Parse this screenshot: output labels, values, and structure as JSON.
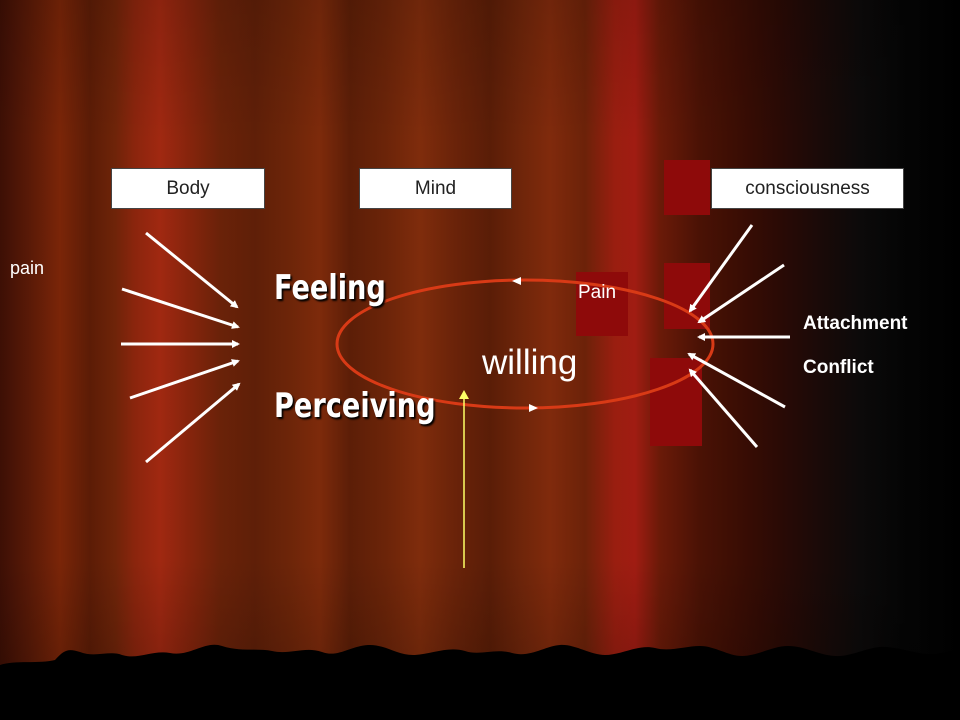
{
  "boxes": {
    "body": "Body",
    "mind": "Mind",
    "consciousness": "consciousness"
  },
  "labels": {
    "pain_left": "pain",
    "feeling": "Feeling",
    "perceiving": "Perceiving",
    "pain_right": "Pain",
    "willing": "willing",
    "attachment": "Attachment",
    "conflict": "Conflict"
  },
  "colors": {
    "cycle_ellipse": "#d83a16",
    "upward_arrow": "#ffff66",
    "arrows": "#ffffff",
    "accent_blocks": "#8e0a0a"
  }
}
